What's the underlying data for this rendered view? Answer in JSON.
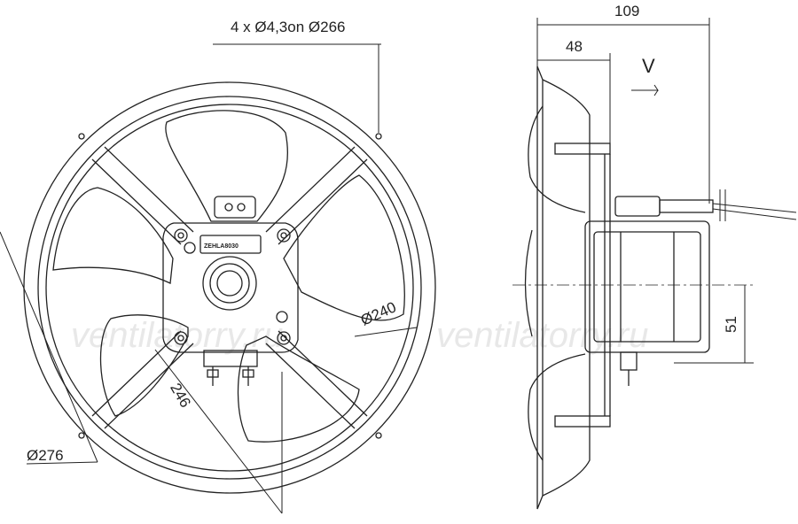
{
  "front_view": {
    "holes_label": "4 x Ø4,3on Ø266",
    "outer_dia_label": "Ø276",
    "inner_dia_label": "Ø240",
    "diag_label": "246",
    "motor_label": "ZEHLA8030"
  },
  "side_view": {
    "depth_total": "109",
    "depth_mount": "48",
    "airflow_label": "V",
    "offset_label": "51"
  },
  "watermark": {
    "left": "ventilatorry.ru",
    "right": "ventilatorry.ru"
  },
  "colors": {
    "line": "#222222",
    "watermark": "#e8e8e8"
  }
}
